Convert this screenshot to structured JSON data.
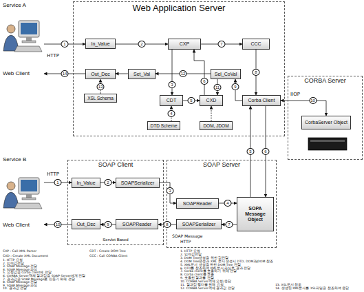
{
  "diagram": {
    "nodes": [
      {
        "text": [
          "Service A",
          "Web Client"
        ]
      },
      {
        "text": [
          "Web Application Server"
        ]
      },
      {
        "text": [
          "In_Value"
        ],
        "in": 1
      },
      {
        "text": [
          "CXP"
        ],
        "in": 1
      },
      {
        "text": [
          "CCC"
        ],
        "in": 1
      },
      {
        "text": [
          "Out_Dec"
        ],
        "in": 1
      },
      {
        "text": [
          "Set_Val"
        ],
        "in": 1
      },
      {
        "text": [
          "Sel_CoVal"
        ],
        "in": 1
      },
      {
        "text": [
          "XSL Schema"
        ],
        "in": 1
      },
      {
        "text": [
          "CDT"
        ],
        "in": 1
      },
      {
        "text": [
          "CXD"
        ],
        "in": 1
      },
      {
        "text": [
          "Corba Client"
        ],
        "in": 1
      },
      {
        "text": [
          "DTD Scheme"
        ],
        "in": 1
      },
      {
        "text": [
          "DOM, JDOM"
        ],
        "in": 1
      },
      {
        "text": [
          "CORBA Server"
        ]
      },
      {
        "text": [
          "CorbaServer Object"
        ],
        "in": 14
      },
      {
        "text": [
          "Service B",
          "Web Client"
        ]
      },
      {
        "text": [
          "SOAP Client",
          "Servlet Based"
        ]
      },
      {
        "text": [
          "In_Value"
        ],
        "in": 17
      },
      {
        "text": [
          "SOAPSerializer"
        ],
        "in": 17
      },
      {
        "text": [
          "Out_Dsc"
        ],
        "in": 17
      },
      {
        "text": [
          "SOAPReader"
        ],
        "in": 17
      },
      {
        "text": [
          "SOAP Server"
        ]
      },
      {
        "text": [
          "SOAPReader"
        ],
        "in": 22
      },
      {
        "text": [
          "SOAPSerializer"
        ],
        "in": 22
      },
      {
        "text": [
          "SOPA Message Object"
        ],
        "in": 22
      }
    ],
    "edges": [
      {
        "from": 0,
        "to": 2,
        "label": "1",
        "arrow": "to"
      },
      {
        "from": 2,
        "to": 3,
        "label": "2",
        "arrow": "to"
      },
      {
        "from": 3,
        "to": 9,
        "label": "3",
        "arrow": "to"
      },
      {
        "from": 12,
        "to": 9,
        "label": "4",
        "arrow": "to"
      },
      {
        "from": 13,
        "to": 10,
        "arrow": "to"
      },
      {
        "from": 9,
        "to": 10,
        "label": "5",
        "arrow": "to"
      },
      {
        "from": 10,
        "to": 3,
        "label": "6",
        "arrow": "to"
      },
      {
        "from": 3,
        "to": 4,
        "label": "7",
        "arrow": "to"
      },
      {
        "from": 4,
        "to": 11,
        "label": "8",
        "arrow": "to"
      },
      {
        "from": 11,
        "to": 7,
        "label": "9",
        "arrow": "to"
      },
      {
        "from": 11,
        "to": 15,
        "label": "10",
        "arrow": "both"
      },
      {
        "from": 7,
        "to": 10,
        "label": "11",
        "arrow": "to"
      },
      {
        "from": 7,
        "to": 6,
        "label": "12",
        "arrow": "to"
      },
      {
        "from": 8,
        "to": 5,
        "label": "13",
        "arrow": "to"
      },
      {
        "from": 6,
        "to": 5,
        "arrow": "to"
      },
      {
        "from": 5,
        "to": 0,
        "label": "14",
        "arrow": "to"
      },
      {
        "from": 16,
        "to": 18,
        "label": "1",
        "arrow": "to"
      },
      {
        "from": 18,
        "to": 19,
        "label": "2",
        "arrow": "to"
      },
      {
        "from": 19,
        "to": 23,
        "label": "3",
        "arrow": "to"
      },
      {
        "from": 23,
        "to": 25,
        "label": "4",
        "arrow": "to"
      },
      {
        "from": 25,
        "to": 11,
        "label": "5",
        "arrow": "to"
      },
      {
        "from": 11,
        "to": 25,
        "label": "6",
        "arrow": "to"
      },
      {
        "from": 25,
        "to": 24,
        "label": "7",
        "arrow": "to"
      },
      {
        "from": 24,
        "to": 21,
        "label": "8",
        "arrow": "to"
      },
      {
        "from": 21,
        "to": 20,
        "label": "9",
        "arrow": "to"
      },
      {
        "from": 20,
        "to": 16,
        "label": "10",
        "arrow": "to"
      }
    ],
    "labels": [
      "HTTP",
      "IIOP",
      "HTTP",
      "SOAP Message",
      "HTTP",
      "CXP : Call XML Parser",
      "CXD : Create XML Document",
      "CDT : Create DOM Tree",
      "CCC : Call CORBA Client",
      "1. HTTP 요청",
      "2. 입력값전달",
      "3. SOAP Message 전달",
      "4. SOAP Message 파싱",
      "5. 요청값을 Corba client에 전달",
      "6. CORBA Server객체 결과값을 SOAP Server에게 전달",
      "7. 결과값을 SOAP Message로 만들기 위해 전달",
      "8. SOAP Message 전달",
      "9. SOAP Message 파싱",
      "10. 결과값 전달",
      "1. HTTP 요청",
      "2. 입력값전달",
      "3. DOM Tree생성을 위한 값전달",
      "4. DOM Tree생성과 XML 문서 생성시 DTD, DOM과JDOM 참조",
      "5. XML문서 생성을 위한 DOM Tree 전달",
      "6. DTD를 참조하여 XML문서 파싱후 결과 전달",
      "7. Corba client를 호출하기 위해 전달",
      "8. Corba client를 호출",
      "9. 호출한 결과를 전달",
      "10. CORBA Server객체 요청/응답",
      "11. 결과값 필터를 위해 요청",
      "12. CORBA Server객체 결과값 전달",
      "13. XSL문서 참조",
      "14. 생성된 XML문서를 XSL파일을 참조하여 응답"
    ]
  }
}
